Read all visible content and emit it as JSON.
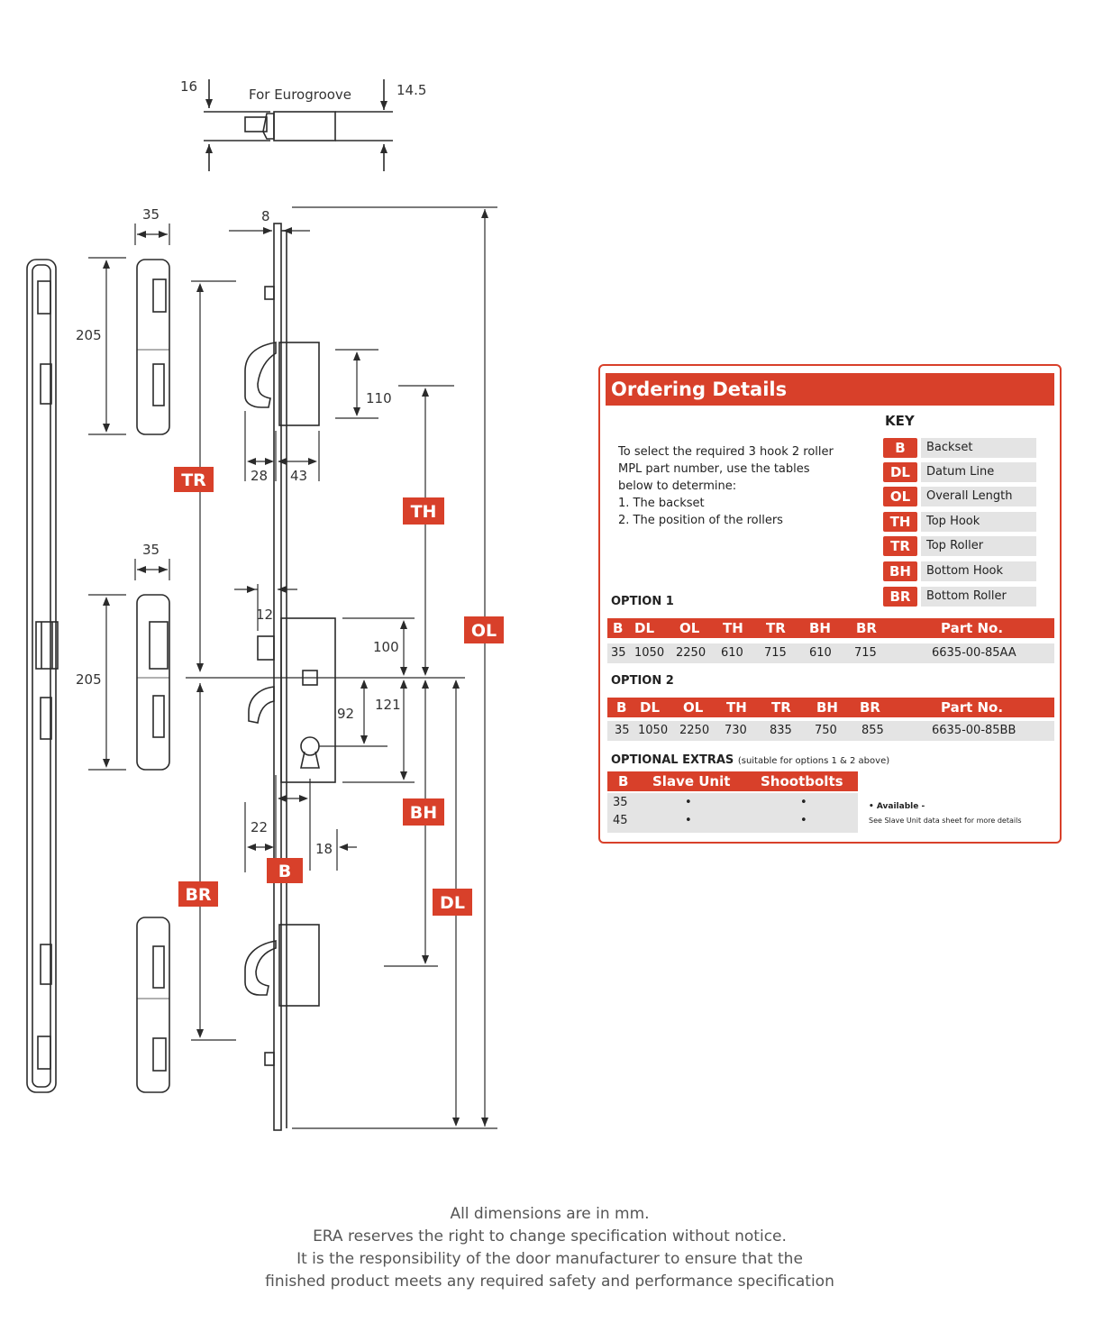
{
  "drawing": {
    "eurogroove_label": "For Eurogroove",
    "dims": {
      "d16": "16",
      "d14_5": "14.5",
      "d35_top": "35",
      "d8": "8",
      "d205_top": "205",
      "d110": "110",
      "d28": "28",
      "d43": "43",
      "d35_mid": "35",
      "d12": "12",
      "d100": "100",
      "d205_mid": "205",
      "d92": "92",
      "d121": "121",
      "d22": "22",
      "d18": "18"
    },
    "tags": {
      "tr": "TR",
      "th": "TH",
      "ol": "OL",
      "bh": "BH",
      "b": "B",
      "br": "BR",
      "dl": "DL"
    },
    "accent_color": "#d8402a",
    "line_color": "#2b2b2b"
  },
  "ordering": {
    "title": "Ordering Details",
    "intro_lines": [
      "To select the required 3 hook 2 roller",
      "MPL part number, use the tables",
      "below to determine:",
      "1. The backset",
      "2. The position of the rollers"
    ],
    "key_title": "KEY",
    "key": [
      {
        "code": "B",
        "label": "Backset"
      },
      {
        "code": "DL",
        "label": "Datum Line"
      },
      {
        "code": "OL",
        "label": "Overall Length"
      },
      {
        "code": "TH",
        "label": "Top Hook"
      },
      {
        "code": "TR",
        "label": "Top Roller"
      },
      {
        "code": "BH",
        "label": "Bottom Hook"
      },
      {
        "code": "BR",
        "label": "Bottom Roller"
      }
    ],
    "columns": [
      "B",
      "DL",
      "OL",
      "TH",
      "TR",
      "BH",
      "BR",
      "Part No."
    ],
    "option1": {
      "title": "OPTION 1",
      "row": [
        "35",
        "1050",
        "2250",
        "610",
        "715",
        "610",
        "715",
        "6635-00-85AA"
      ]
    },
    "option2": {
      "title": "OPTION 2",
      "row": [
        "35",
        "1050",
        "2250",
        "730",
        "835",
        "750",
        "855",
        "6635-00-85BB"
      ]
    },
    "extras": {
      "title": "OPTIONAL EXTRAS",
      "title_note": "(suitable for options 1 & 2 above)",
      "columns": [
        "B",
        "Slave Unit",
        "Shootbolts"
      ],
      "rows": [
        [
          "35",
          "•",
          "•"
        ],
        [
          "45",
          "•",
          "•"
        ]
      ],
      "note_available": "• Available -",
      "note_see": "See Slave Unit data sheet for more details"
    }
  },
  "footer": {
    "lines": [
      "All dimensions are in mm.",
      "ERA reserves the right to change specification without notice.",
      "It is the responsibility of the door manufacturer to ensure that the",
      "finished product meets any required safety and performance specification"
    ]
  }
}
